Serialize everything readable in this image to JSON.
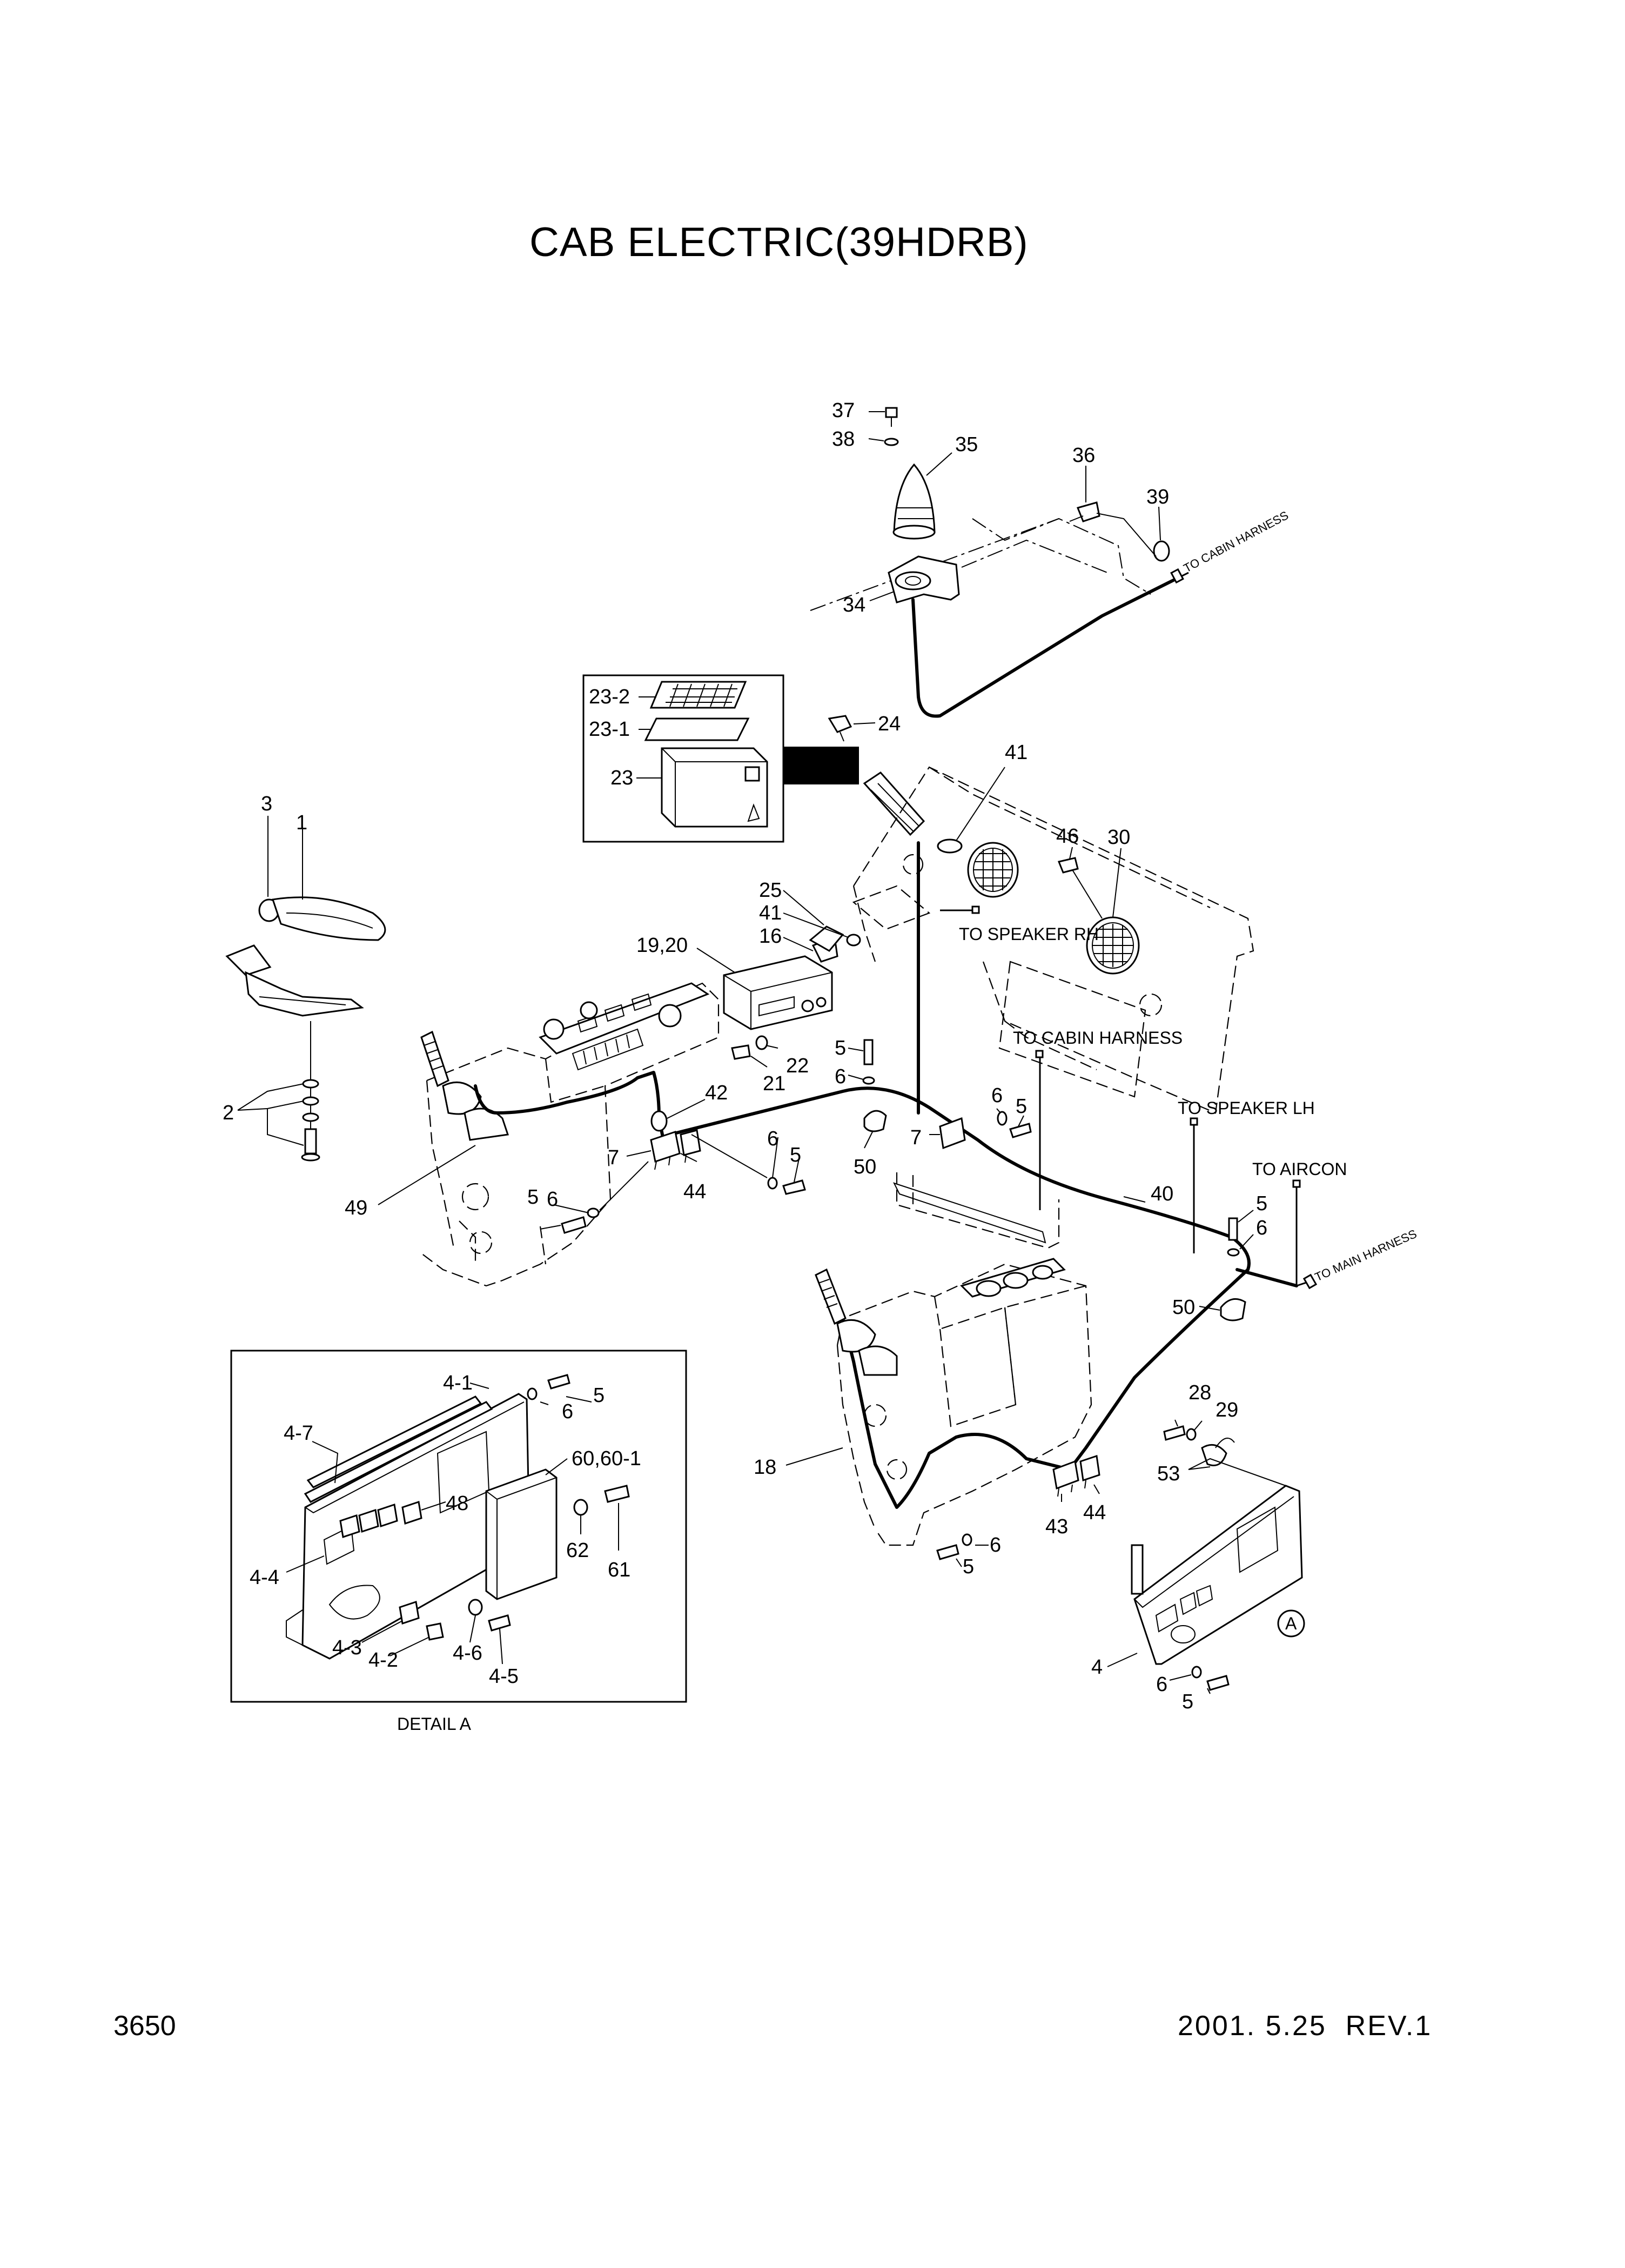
{
  "title": "CAB ELECTRIC(39HDRB)",
  "page_number": "3650",
  "revision": "2001. 5.25  REV.1",
  "detail_caption": "DETAIL  A",
  "detail_marker": "A",
  "notes": {
    "to_cabin_harness_top": "TO CABIN HARNESS",
    "to_speaker_rh": "TO SPEAKER RH",
    "to_cabin_harness": "TO CABIN HARNESS",
    "to_speaker_lh": "TO SPEAKER LH",
    "to_aircon": "TO AIRCON",
    "to_main_harness": "TO MAIN HARNESS"
  },
  "callouts": {
    "c37": "37",
    "c38": "38",
    "c35": "35",
    "c36": "36",
    "c39": "39",
    "c34": "34",
    "c23_2": "23-2",
    "c23_1": "23-1",
    "c23": "23",
    "c24": "24",
    "c41a": "41",
    "c46": "46",
    "c30": "30",
    "c3": "3",
    "c1": "1",
    "c2": "2",
    "c25": "25",
    "c41b": "41",
    "c16": "16",
    "c19_20": "19,20",
    "c5a": "5",
    "c6a": "6",
    "c22": "22",
    "c21": "21",
    "c42": "42",
    "c50a": "50",
    "c6b": "6",
    "c7a": "7",
    "c5b": "5",
    "c7b": "7",
    "c6c": "6",
    "c5c": "5",
    "c44a": "44",
    "c49": "49",
    "c6d": "6",
    "c5d": "5",
    "c40": "40",
    "c5e": "5",
    "c6e": "6",
    "c50b": "50",
    "c28": "28",
    "c29": "29",
    "c53": "53",
    "c18": "18",
    "c43": "43",
    "c44b": "44",
    "c6f": "6",
    "c5f": "5",
    "c4": "4",
    "c6g": "6",
    "c5g": "5",
    "d4_1": "4-1",
    "d5": "5",
    "d6": "6",
    "d4_7": "4-7",
    "d60": "60,60-1",
    "d48": "48",
    "d62": "62",
    "d61": "61",
    "d4_4": "4-4",
    "d4_3": "4-3",
    "d4_2": "4-2",
    "d4_6": "4-6",
    "d4_5": "4-5"
  }
}
